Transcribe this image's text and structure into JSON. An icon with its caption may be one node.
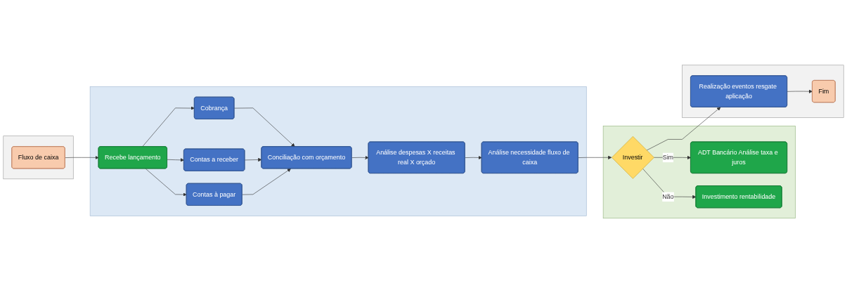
{
  "diagram": {
    "nodes": [
      {
        "text": [],
        "shape": "box"
      },
      {
        "text": [
          "Fluxo de caixa"
        ],
        "in": 0
      },
      {
        "text": [],
        "shape": "box"
      },
      {
        "text": [
          "Recebe lançamento"
        ],
        "in": 2
      },
      {
        "text": [
          "Cobrança"
        ],
        "in": 2
      },
      {
        "text": [
          "Contas a receber"
        ],
        "in": 2
      },
      {
        "text": [
          "Contas à pagar"
        ],
        "in": 2
      },
      {
        "text": [
          "Conciliação com orçamento"
        ],
        "in": 2
      },
      {
        "text": [
          "Análise despesas X receitas real X orçado"
        ],
        "in": 2
      },
      {
        "text": [
          "Análise necessidade fluxo de caixa"
        ],
        "in": 2
      },
      {
        "text": [],
        "shape": "box"
      },
      {
        "text": [
          "ADT Bancário Análise taxa e juros"
        ],
        "in": 10
      },
      {
        "text": [
          "Investir"
        ],
        "in": 10
      },
      {
        "text": [
          "Investimento rentabilidade"
        ],
        "in": 10
      },
      {
        "text": [],
        "shape": "box"
      },
      {
        "text": [
          "Realização eventos resgate aplicação"
        ],
        "in": 14
      },
      {
        "text": [
          "Fim"
        ],
        "in": 14
      }
    ],
    "edges": [
      {
        "from": 1,
        "to": 3,
        "arrow": "to"
      },
      {
        "from": 3,
        "to": 4,
        "arrow": "to"
      },
      {
        "from": 3,
        "to": 5,
        "arrow": "to"
      },
      {
        "from": 3,
        "to": 6,
        "arrow": "to"
      },
      {
        "from": 4,
        "to": 7,
        "arrow": "to"
      },
      {
        "from": 5,
        "to": 7,
        "arrow": "to"
      },
      {
        "from": 6,
        "to": 7,
        "arrow": "to"
      },
      {
        "from": 7,
        "to": 8,
        "arrow": "to"
      },
      {
        "from": 8,
        "to": 9,
        "arrow": "to"
      },
      {
        "from": 9,
        "to": 12,
        "arrow": "to"
      },
      {
        "from": 12,
        "to": 11,
        "label": "Sim",
        "arrow": "to"
      },
      {
        "from": 12,
        "to": 13,
        "label": "Não",
        "arrow": "to"
      },
      {
        "from": 12,
        "to": 15,
        "arrow": "to"
      },
      {
        "from": 15,
        "to": 16,
        "arrow": "to"
      }
    ]
  }
}
